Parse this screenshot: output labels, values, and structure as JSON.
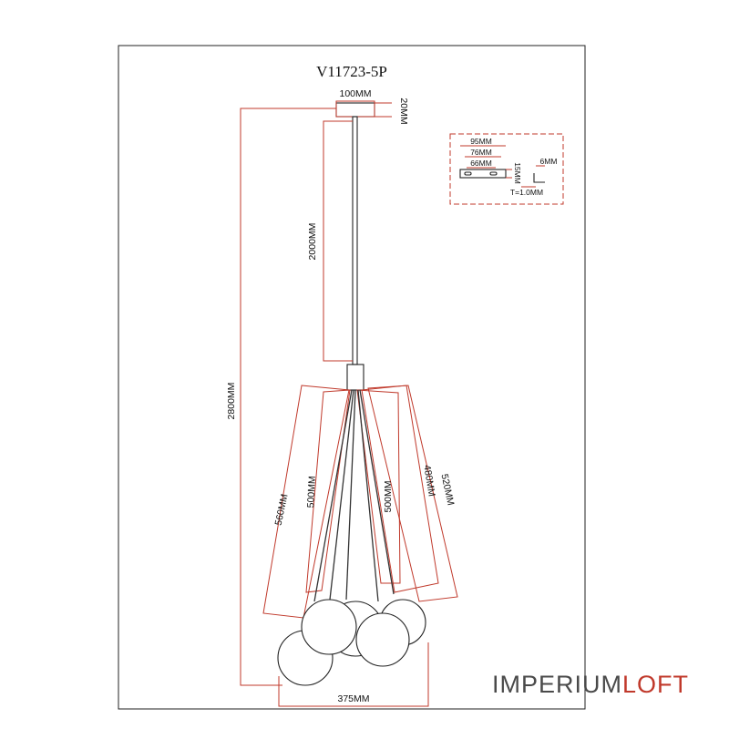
{
  "title": "V11723-5P",
  "brand": {
    "part1": "IMPERIUM",
    "part2": "LOFT",
    "color1": "#4a4a4a",
    "color2": "#c0392b"
  },
  "colors": {
    "dimension": "#c0392b",
    "outline": "#222222"
  },
  "dimensions": {
    "canopy_width": "100MM",
    "canopy_height": "20MM",
    "rod_length": "2000MM",
    "total_height": "2800MM",
    "wire_1": "560MM",
    "wire_2": "500MM",
    "wire_3": "500MM",
    "wire_4": "480MM",
    "wire_5": "520MM",
    "overall_width": "375MM"
  },
  "bracket_detail": {
    "width_outer": "95MM",
    "width_mid": "76MM",
    "width_inner": "66MM",
    "height": "15MM",
    "depth": "6MM",
    "thickness": "T=1.0MM"
  }
}
